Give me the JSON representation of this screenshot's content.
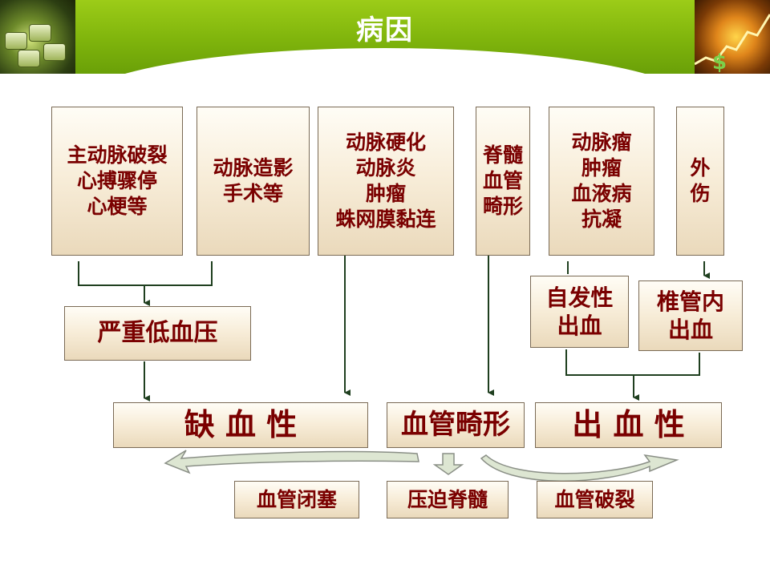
{
  "slide": {
    "title": "病因"
  },
  "causes": [
    {
      "id": "cause-aorta",
      "text": "主动脉破裂\n心搏骤停\n心梗等"
    },
    {
      "id": "cause-angiography",
      "text": "动脉造影\n手术等"
    },
    {
      "id": "cause-arteriosclerosis",
      "text": "动脉硬化\n动脉炎\n肿瘤\n蛛网膜黏连"
    },
    {
      "id": "cause-spinal-vascular",
      "text": "脊髓\n血管\n畸形"
    },
    {
      "id": "cause-aneurysm",
      "text": "动脉瘤\n肿瘤\n血液病\n抗凝"
    },
    {
      "id": "cause-trauma",
      "text": "外\n伤"
    }
  ],
  "intermediate": {
    "hypotension": "严重低血压",
    "spontaneous_bleeding": "自发性\n出血",
    "intraspinal_bleeding": "椎管内\n出血"
  },
  "categories": {
    "ischemic": "缺 血 性",
    "malformation": "血管畸形",
    "hemorrhagic": "出 血 性"
  },
  "mechanisms": {
    "occlusion": "血管闭塞",
    "compression": "压迫脊髓",
    "rupture": "血管破裂"
  },
  "colors": {
    "header_green": "#8bc20f",
    "text_dark_red": "#7a0000",
    "box_fill": "#f7ecd7",
    "line_color": "#1f3f1f",
    "arrow_fill": "#dde6d2"
  }
}
